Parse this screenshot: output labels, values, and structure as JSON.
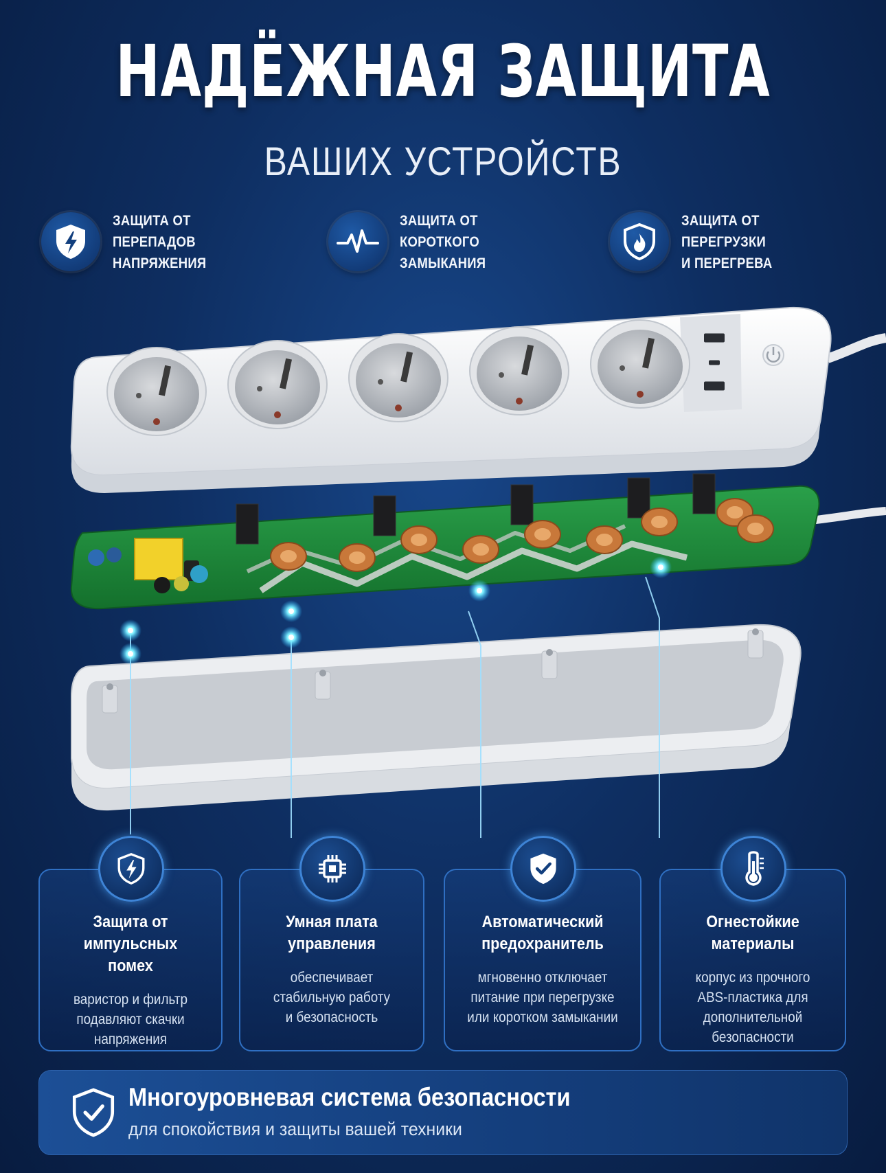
{
  "header": {
    "title": "НАДЁЖНАЯ ЗАЩИТА",
    "subtitle": "ВАШИХ УСТРОЙСТВ"
  },
  "features": [
    {
      "icon": "shield-lightning-icon",
      "text": "ЗАЩИТА ОТ ПЕРЕПАДОВ\nНАПРЯЖЕНИЯ"
    },
    {
      "icon": "pulse-wave-icon",
      "text": "ЗАЩИТА ОТ КОРОТКОГО\nЗАМЫКАНИЯ"
    },
    {
      "icon": "shield-flame-icon",
      "text": "ЗАЩИТА ОТ ПЕРЕГРУЗКИ\nИ ПЕРЕГРЕВА"
    }
  ],
  "cards": [
    {
      "icon": "shield-lightning-icon",
      "title": "Защита от импульсных\nпомех",
      "desc": "варистор и фильтр\nподавляют скачки\nнапряжения"
    },
    {
      "icon": "chip-icon",
      "title": "Умная плата\nуправления",
      "desc": "обеспечивает\nстабильную работу\nи безопасность"
    },
    {
      "icon": "shield-check-icon",
      "title": "Автоматический\nпредохранитель",
      "desc": "мгновенно отключает\nпитание при перегрузке\nили коротком замыкании"
    },
    {
      "icon": "thermometer-icon",
      "title": "Огнестойкие\nматериалы",
      "desc": "корпус из прочного\nABS-пластика для\nдополнительной\nбезопасности"
    }
  ],
  "banner": {
    "icon": "shield-check-icon",
    "title": "Многоуровневая система безопасности",
    "subtitle": "для спокойствия и защиты вашей техники"
  },
  "product": {
    "socket_count": 5,
    "usb_port_count": 3,
    "colors": {
      "housing": "#f2f3f5",
      "pcb": "#1f8a3a",
      "copper": "#c8783a",
      "glow": "#5fe1ff"
    }
  }
}
